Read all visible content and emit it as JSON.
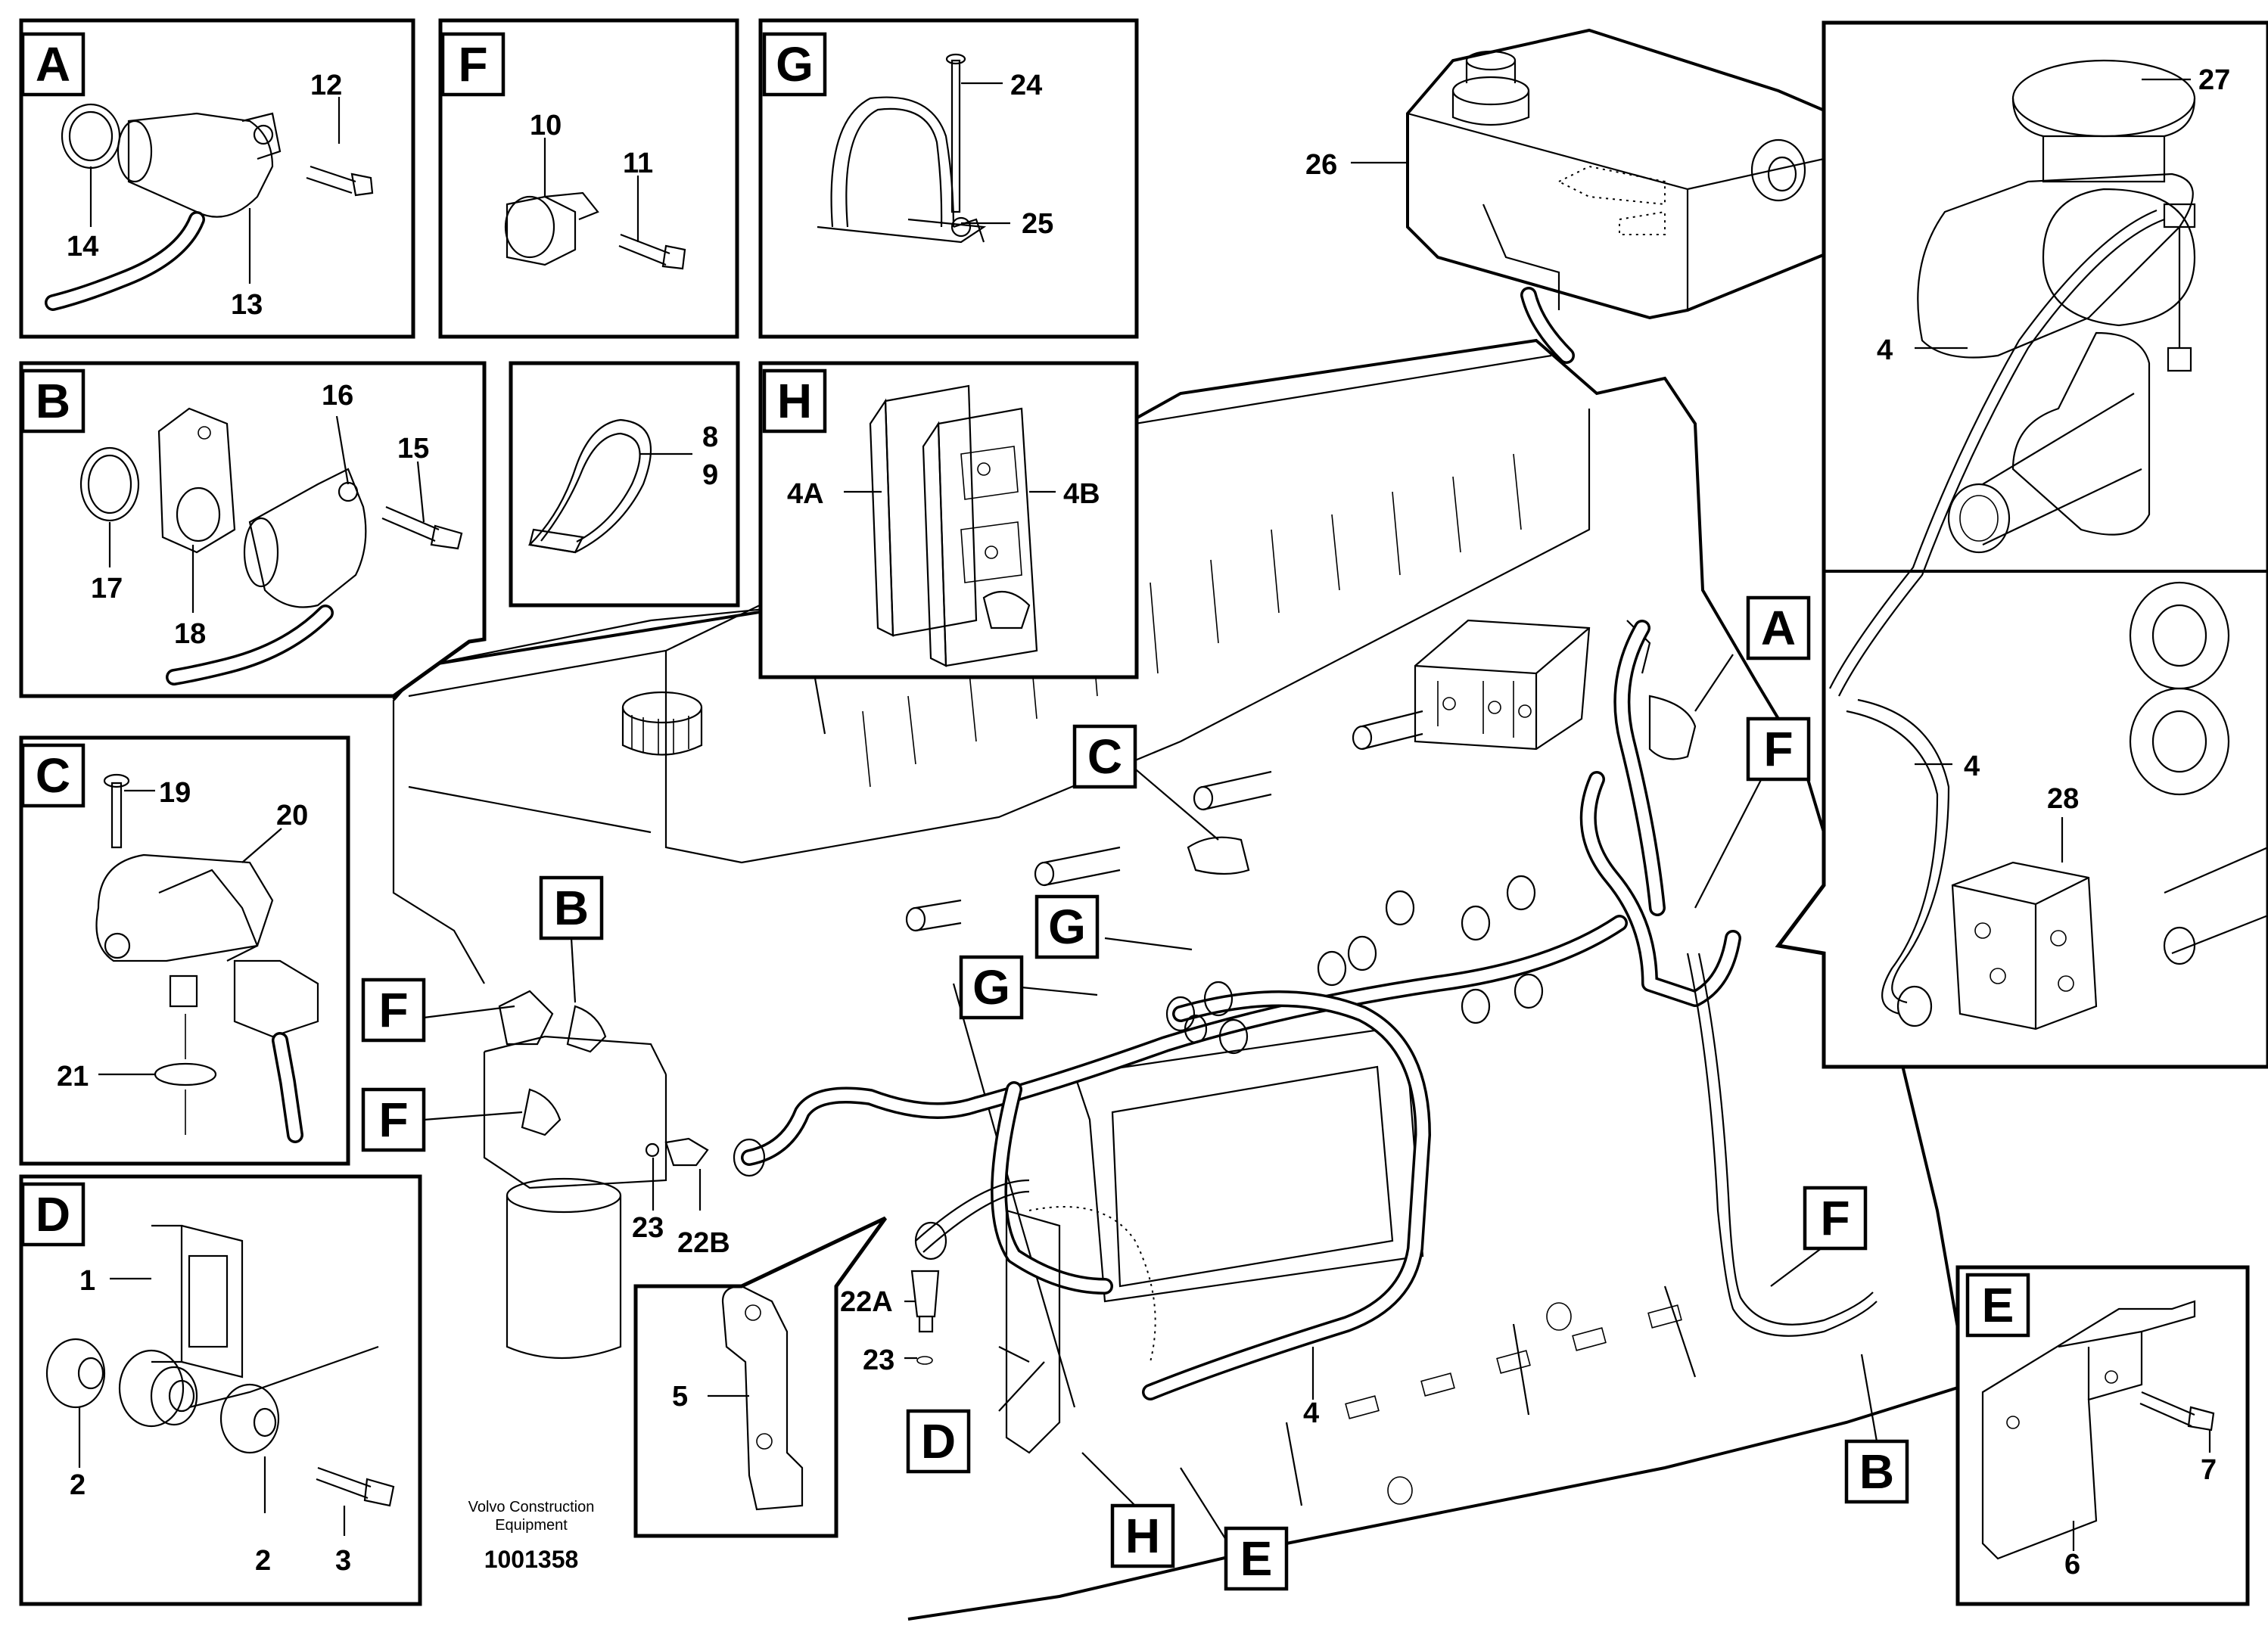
{
  "inset_letters": {
    "A": "A",
    "B": "B",
    "C": "C",
    "D": "D",
    "E": "E",
    "F": "F",
    "G": "G",
    "H": "H"
  },
  "part_numbers": {
    "n1": "1",
    "n2": "2",
    "n3": "3",
    "n4": "4",
    "n4a": "4A",
    "n4b": "4B",
    "n5": "5",
    "n6": "6",
    "n7": "7",
    "n8": "8",
    "n9": "9",
    "n10": "10",
    "n11": "11",
    "n12": "12",
    "n13": "13",
    "n14": "14",
    "n15": "15",
    "n16": "16",
    "n17": "17",
    "n18": "18",
    "n19": "19",
    "n20": "20",
    "n21": "21",
    "n22a": "22A",
    "n22b": "22B",
    "n23": "23",
    "n24": "24",
    "n25": "25",
    "n26": "26",
    "n27": "27",
    "n28": "28"
  },
  "footer": {
    "company_line1": "Volvo Construction",
    "company_line2": "Equipment",
    "drawing_code": "1001358"
  }
}
